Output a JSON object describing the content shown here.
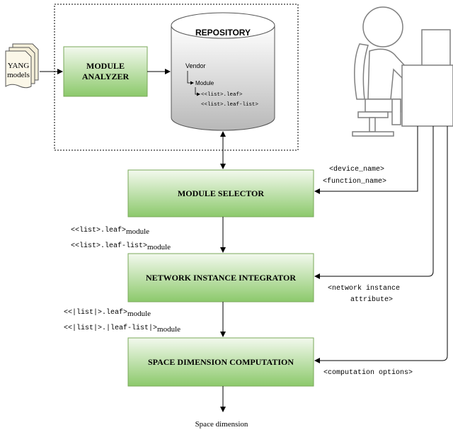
{
  "colors": {
    "box_green_top": "#f3f9ee",
    "box_green_bottom": "#8cc96b",
    "box_border": "#7aa85a",
    "cylinder_top": "#ffffff",
    "cylinder_bottom": "#bdbdbd",
    "line": "#000000",
    "person": "#ffffff",
    "person_stroke": "#7f7f7f"
  },
  "inputs": {
    "yang_line1": "YANG",
    "yang_line2": "models"
  },
  "module_analyzer": {
    "line1": "MODULE",
    "line2": "ANALYZER"
  },
  "repository": {
    "title": "REPOSITORY",
    "vendor": "Vendor",
    "module": "Module",
    "leaf": "<<list>.leaf>",
    "leaf_list": "<<list>.leaf-list>"
  },
  "module_selector": {
    "label": "MODULE SELECTOR",
    "input1": "<device_name>",
    "input2": "<function_name>"
  },
  "selector_output": {
    "line1_main": "<<list>.leaf>",
    "line1_sub": "module",
    "line2_main": "<<list>.leaf-list>",
    "line2_sub": "module"
  },
  "network_integrator": {
    "label": "NETWORK INSTANCE INTEGRATOR",
    "input1": "<network instance",
    "input2": "attribute>"
  },
  "integrator_output": {
    "line1_main": "<<|list|>.leaf>",
    "line1_sub": "module",
    "line2_main": "<<|list|>.|leaf-list|>",
    "line2_sub": "module"
  },
  "space_computation": {
    "label": "SPACE DIMENSION COMPUTATION",
    "input": "<computation options>"
  },
  "output": {
    "label": "Space dimension"
  }
}
